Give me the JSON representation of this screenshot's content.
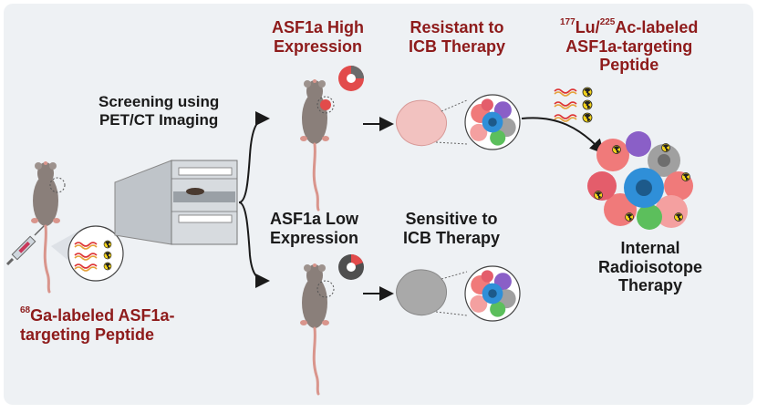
{
  "labels": {
    "asf1a_high_line1": "ASF1a High",
    "asf1a_high_line2": "Expression",
    "resistant_line1": "Resistant to",
    "resistant_line2": "ICB Therapy",
    "labeled_sup1": "177",
    "labeled_mid1": "Lu/",
    "labeled_sup2": "225",
    "labeled_mid2": "Ac-labeled",
    "labeled_line2": "ASF1a-targeting",
    "labeled_line3": "Peptide",
    "screening_line1": "Screening using",
    "screening_line2": "PET/CT Imaging",
    "asf1a_low_line1": "ASF1a Low",
    "asf1a_low_line2": "Expression",
    "sensitive_line1": "Sensitive to",
    "sensitive_line2": "ICB Therapy",
    "internal_line1": "Internal",
    "internal_line2": "Radioisotope",
    "internal_line3": "Therapy",
    "ga_sup": "68",
    "ga_line1": "Ga-labeled ASF1a-",
    "ga_line2": "targeting Peptide"
  },
  "colors": {
    "background_panel": "#eef1f4",
    "label_red": "#8e1b1b",
    "mouse_gray": "#8a7f7a",
    "tail_pink": "#d9958c",
    "high_indicator": "#e24b4b",
    "low_indicator": "#4f4f4f",
    "resistant_tumor": "#f2c2c0",
    "sensitive_tumor": "#a9a9a9"
  }
}
